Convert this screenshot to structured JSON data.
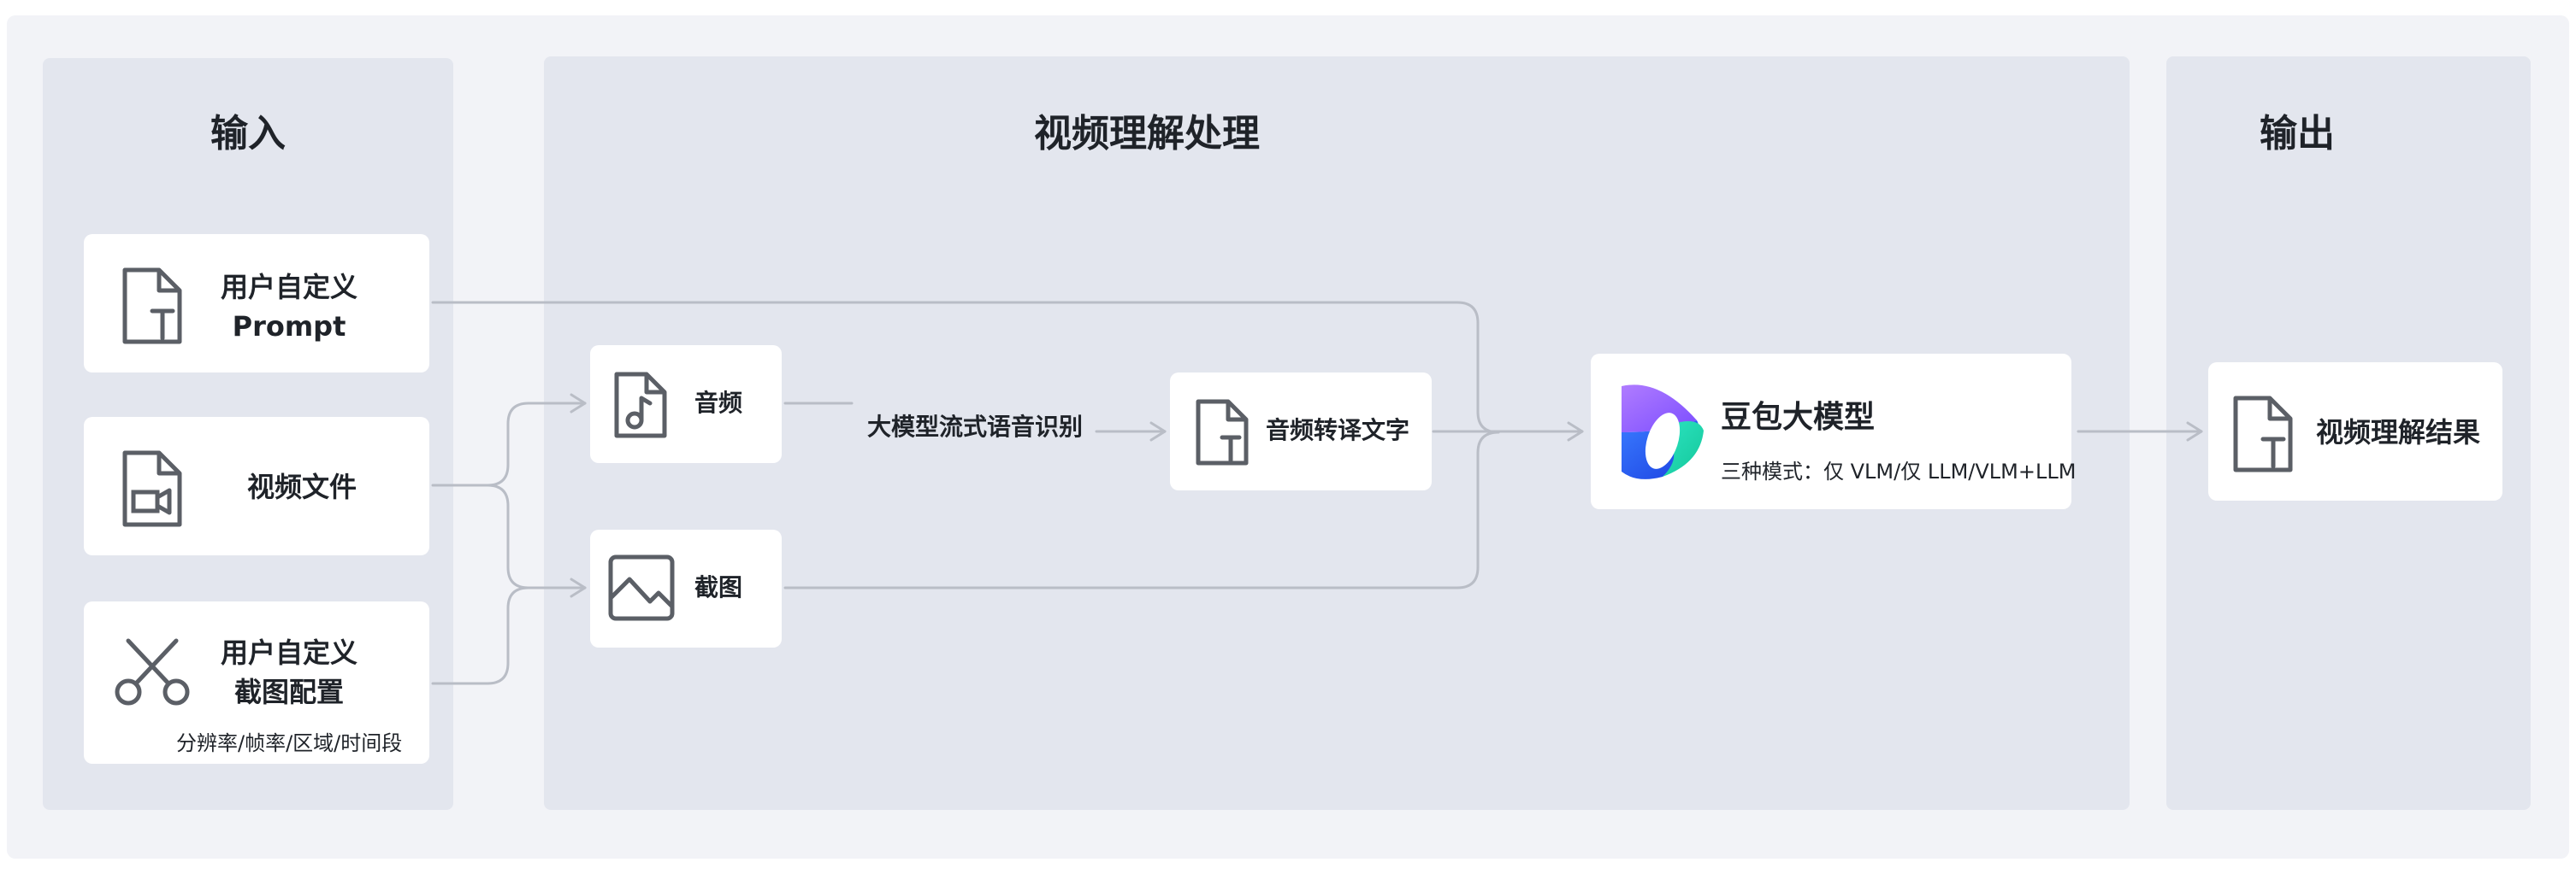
{
  "panels": {
    "input": {
      "title": "输入"
    },
    "process": {
      "title": "视频理解处理"
    },
    "output": {
      "title": "输出"
    }
  },
  "input_cards": {
    "prompt": {
      "line1": "用户自定义",
      "line2": "Prompt",
      "icon": "document-text-icon"
    },
    "video": {
      "label": "视频文件",
      "icon": "video-file-icon"
    },
    "screenshot_config": {
      "line1": "用户自定义",
      "line2": "截图配置",
      "note": "分辨率/帧率/区域/时间段",
      "icon": "scissors-icon"
    }
  },
  "process_cards": {
    "audio": {
      "label": "音频",
      "icon": "music-file-icon"
    },
    "screenshot": {
      "label": "截图",
      "icon": "image-icon"
    },
    "asr": {
      "label": "大模型流式语音识别"
    },
    "transcript": {
      "label": "音频转译文字",
      "icon": "document-text-icon"
    },
    "model": {
      "title": "豆包大模型",
      "subtitle": "三种模式：仅 VLM/仅 LLM/VLM+LLM",
      "icon": "doubao-logo-icon"
    }
  },
  "output_cards": {
    "result": {
      "label": "视频理解结果",
      "icon": "document-text-icon"
    }
  },
  "colors": {
    "panel": "#e3e6ee",
    "background": "#f2f3f7",
    "card": "#ffffff",
    "wire": "#b9bdc6",
    "icon": "#5b5f66"
  }
}
